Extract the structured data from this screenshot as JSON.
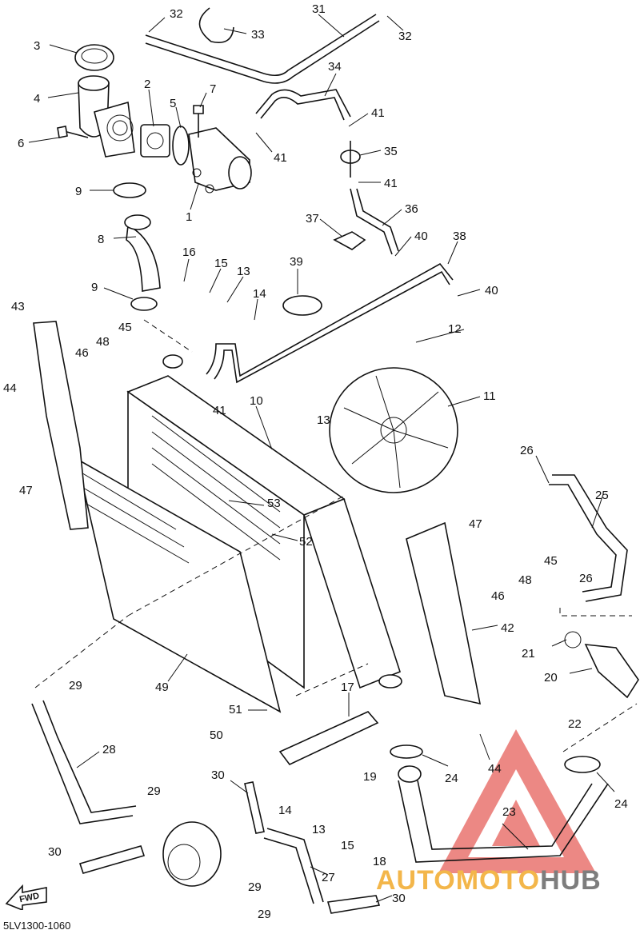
{
  "diagram": {
    "part_code": "5LV1300-1060",
    "direction_label": "FWD",
    "callouts": [
      {
        "id": "c3",
        "label": "3"
      },
      {
        "id": "c4",
        "label": "4"
      },
      {
        "id": "c6",
        "label": "6"
      },
      {
        "id": "c9a",
        "label": "9"
      },
      {
        "id": "c2",
        "label": "2"
      },
      {
        "id": "c5",
        "label": "5"
      },
      {
        "id": "c7",
        "label": "7"
      },
      {
        "id": "c1",
        "label": "1"
      },
      {
        "id": "c32a",
        "label": "32"
      },
      {
        "id": "c33",
        "label": "33"
      },
      {
        "id": "c31",
        "label": "31"
      },
      {
        "id": "c32b",
        "label": "32"
      },
      {
        "id": "c34",
        "label": "34"
      },
      {
        "id": "c41a",
        "label": "41"
      },
      {
        "id": "c41b",
        "label": "41"
      },
      {
        "id": "c35",
        "label": "35"
      },
      {
        "id": "c41c",
        "label": "41"
      },
      {
        "id": "c36",
        "label": "36"
      },
      {
        "id": "c37",
        "label": "37"
      },
      {
        "id": "c40a",
        "label": "40"
      },
      {
        "id": "c38",
        "label": "38"
      },
      {
        "id": "c40b",
        "label": "40"
      },
      {
        "id": "c8",
        "label": "8"
      },
      {
        "id": "c9b",
        "label": "9"
      },
      {
        "id": "c16",
        "label": "16"
      },
      {
        "id": "c15a",
        "label": "15"
      },
      {
        "id": "c13a",
        "label": "13"
      },
      {
        "id": "c14a",
        "label": "14"
      },
      {
        "id": "c39",
        "label": "39"
      },
      {
        "id": "c43",
        "label": "43"
      },
      {
        "id": "c45a",
        "label": "45"
      },
      {
        "id": "c48a",
        "label": "48"
      },
      {
        "id": "c46a",
        "label": "46"
      },
      {
        "id": "c44a",
        "label": "44"
      },
      {
        "id": "c47a",
        "label": "47"
      },
      {
        "id": "c41d",
        "label": "41"
      },
      {
        "id": "c10",
        "label": "10"
      },
      {
        "id": "c12",
        "label": "12"
      },
      {
        "id": "c11",
        "label": "11"
      },
      {
        "id": "c13b",
        "label": "13"
      },
      {
        "id": "c53",
        "label": "53"
      },
      {
        "id": "c52",
        "label": "52"
      },
      {
        "id": "c26a",
        "label": "26"
      },
      {
        "id": "c25",
        "label": "25"
      },
      {
        "id": "c47b",
        "label": "47"
      },
      {
        "id": "c45b",
        "label": "45"
      },
      {
        "id": "c48b",
        "label": "48"
      },
      {
        "id": "c46b",
        "label": "46"
      },
      {
        "id": "c26b",
        "label": "26"
      },
      {
        "id": "c42",
        "label": "42"
      },
      {
        "id": "c21",
        "label": "21"
      },
      {
        "id": "c20",
        "label": "20"
      },
      {
        "id": "c22",
        "label": "22"
      },
      {
        "id": "c49",
        "label": "49"
      },
      {
        "id": "c29a",
        "label": "29"
      },
      {
        "id": "c17",
        "label": "17"
      },
      {
        "id": "c51",
        "label": "51"
      },
      {
        "id": "c50",
        "label": "50"
      },
      {
        "id": "c19",
        "label": "19"
      },
      {
        "id": "c24a",
        "label": "24"
      },
      {
        "id": "c44b",
        "label": "44"
      },
      {
        "id": "c24b",
        "label": "24"
      },
      {
        "id": "c28",
        "label": "28"
      },
      {
        "id": "c30a",
        "label": "30"
      },
      {
        "id": "c29b",
        "label": "29"
      },
      {
        "id": "c14b",
        "label": "14"
      },
      {
        "id": "c13c",
        "label": "13"
      },
      {
        "id": "c15b",
        "label": "15"
      },
      {
        "id": "c23",
        "label": "23"
      },
      {
        "id": "c18",
        "label": "18"
      },
      {
        "id": "c30b",
        "label": "30"
      },
      {
        "id": "c29c",
        "label": "29"
      },
      {
        "id": "c27",
        "label": "27"
      },
      {
        "id": "c30c",
        "label": "30"
      },
      {
        "id": "c29d",
        "label": "29"
      }
    ]
  },
  "watermark": {
    "text_a": "AUTOMOTO",
    "text_b": "HUB",
    "color_red": "#e9746f",
    "color_orange": "#f3b64a",
    "color_gray": "#7d7d7d"
  }
}
